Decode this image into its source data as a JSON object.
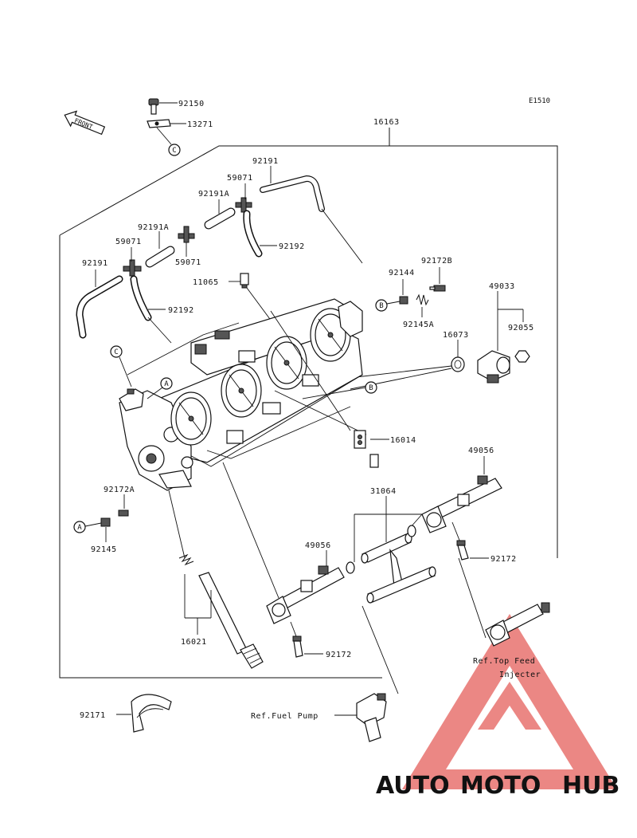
{
  "diagram_code": "E1510",
  "front_label": "FRONT",
  "assembly_number": "16163",
  "parts": {
    "p92150": "92150",
    "p13271": "13271",
    "p92191_top": "92191",
    "p59071_top": "59071",
    "p92191A_top": "92191A",
    "p92191A_mid": "92191A",
    "p59071_left": "59071",
    "p59071_mid": "59071",
    "p92192_top": "92192",
    "p92191_left": "92191",
    "p11065": "11065",
    "p92192_left": "92192",
    "p92144": "92144",
    "p92172B": "92172B",
    "p49033": "49033",
    "p92145A": "92145A",
    "p92055": "92055",
    "p16073": "16073",
    "p16014": "16014",
    "p49056_right": "49056",
    "p31064": "31064",
    "p92172A": "92172A",
    "p92145": "92145",
    "p49056_left": "49056",
    "p92172_right": "92172",
    "p16021": "16021",
    "p92172_bottom": "92172",
    "p92171": "92171"
  },
  "callouts": {
    "A1": "A",
    "A2": "A",
    "B1": "B",
    "B2": "B",
    "C1": "C",
    "C2": "C"
  },
  "references": {
    "top_feed_line1": "Ref.Top Feed",
    "top_feed_line2": "Injecter",
    "fuel_pump": "Ref.Fuel Pump"
  },
  "watermark": {
    "part1": "AUTO",
    "part2": "MOTO",
    "part3": "HUB",
    "color_light": "#f5c49a",
    "color_red": "#e8736f",
    "color_dark": "#555555"
  }
}
